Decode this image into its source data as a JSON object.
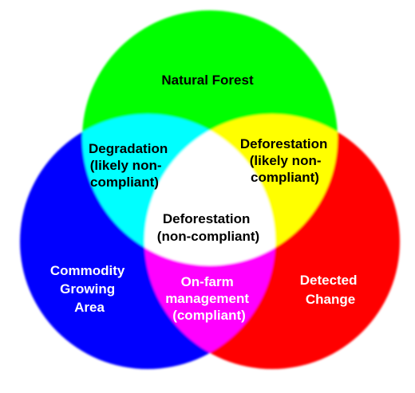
{
  "diagram": {
    "type": "venn",
    "regions": {
      "natural_forest": {
        "lines": [
          "Natural Forest"
        ],
        "color": "#00ff00"
      },
      "commodity_area": {
        "lines": [
          "Commodity",
          "Growing",
          "Area"
        ],
        "color": "#0000ff"
      },
      "detected_change": {
        "lines": [
          "Detected",
          "Change"
        ],
        "color": "#ff0000"
      },
      "degradation": {
        "lines": [
          "Degradation",
          "(likely non-",
          "compliant)"
        ],
        "color": "#00ffff"
      },
      "deforestation_likely": {
        "lines": [
          "Deforestation",
          "(likely non-",
          "compliant)"
        ],
        "color": "#ffff00"
      },
      "onfarm": {
        "lines": [
          "On-farm",
          "management",
          "(compliant)"
        ],
        "color": "#ff00ff"
      },
      "deforestation_center": {
        "lines": [
          "Deforestation",
          "(non-compliant)"
        ],
        "color": "#ffffff"
      }
    }
  }
}
